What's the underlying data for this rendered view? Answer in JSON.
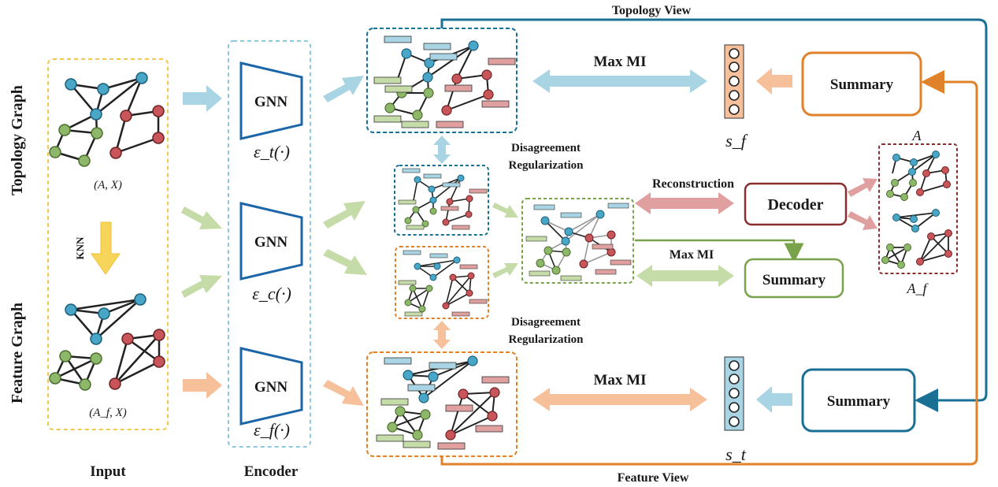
{
  "labels": {
    "topology_graph": "Topology Graph",
    "feature_graph": "Feature Graph",
    "knn": "KNN",
    "input": "Input",
    "encoder": "Encoder",
    "topology_view": "Topology View",
    "feature_view": "Feature View",
    "disagreement_1": "Disagreement",
    "regularization_1": "Regularization",
    "disagreement_2": "Disagreement",
    "regularization_2": "Regularization",
    "reconstruction": "Reconstruction",
    "decoder": "Decoder",
    "max_mi_top": "Max MI",
    "max_mi_mid": "Max MI",
    "max_mi_bot": "Max MI",
    "summary_top": "Summary",
    "summary_mid": "Summary",
    "summary_bot": "Summary"
  },
  "math": {
    "input_top": "(A, X)",
    "input_bot": "(A_f, X)",
    "enc_t": "ε_t(·)",
    "enc_c": "ε_c(·)",
    "enc_f": "ε_f(·)",
    "s_f": "s_f",
    "s_t": "s_t",
    "A": "A",
    "A_f": "A_f"
  },
  "encoders": [
    {
      "label": "GNN"
    },
    {
      "label": "GNN"
    },
    {
      "label": "GNN"
    }
  ],
  "colors": {
    "blue_node": "#4aa6c6",
    "green_node": "#8db86a",
    "red_node": "#c8555a",
    "yellow_dash": "#f2c84b",
    "light_blue_dash": "#8cc8dc",
    "dark_blue": "#1a6f95",
    "orange": "#e0822a",
    "green": "#79a24a",
    "maroon": "#8a2e2e",
    "arrow_blue": "#a9d4e4",
    "arrow_green": "#c6dca8",
    "arrow_orange": "#f5c09a",
    "arrow_red": "#e0a0a0",
    "arrow_yellow": "#f7d45a"
  }
}
